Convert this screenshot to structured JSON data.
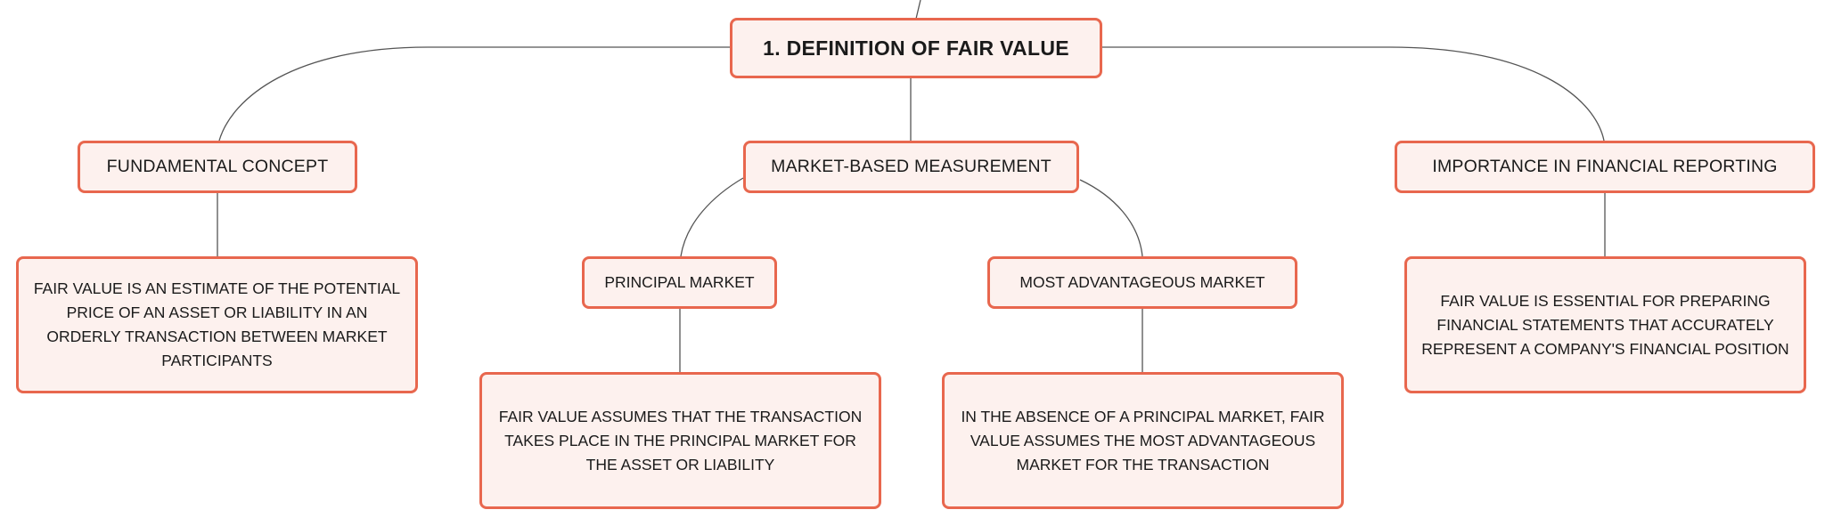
{
  "diagram": {
    "root": {
      "label": "1. DEFINITION OF FAIR VALUE"
    },
    "topics": {
      "fundamental_concept": "FUNDAMENTAL CONCEPT",
      "market_based_measurement": "MARKET-BASED MEASUREMENT",
      "importance_in_financial_reporting": "IMPORTANCE IN FINANCIAL REPORTING"
    },
    "subtopics": {
      "principal_market": "PRINCIPAL MARKET",
      "most_advantageous_market": "MOST ADVANTAGEOUS MARKET"
    },
    "details": {
      "fundamental_concept": "FAIR VALUE IS AN ESTIMATE OF THE POTENTIAL PRICE OF AN ASSET OR LIABILITY IN AN ORDERLY TRANSACTION BETWEEN MARKET PARTICIPANTS",
      "principal_market": "FAIR VALUE ASSUMES THAT THE TRANSACTION TAKES PLACE IN THE PRINCIPAL MARKET FOR THE ASSET OR LIABILITY",
      "most_advantageous_market": "IN THE ABSENCE OF A PRINCIPAL MARKET, FAIR VALUE ASSUMES THE MOST ADVANTAGEOUS MARKET FOR THE TRANSACTION",
      "importance_in_financial_reporting": "FAIR VALUE IS ESSENTIAL FOR PREPARING FINANCIAL STATEMENTS THAT ACCURATELY REPRESENT A COMPANY'S FINANCIAL POSITION"
    },
    "colors": {
      "node_border": "#e8674e",
      "node_fill": "#fdf1ee",
      "connector": "#555555",
      "text": "#1a1a1a"
    }
  }
}
